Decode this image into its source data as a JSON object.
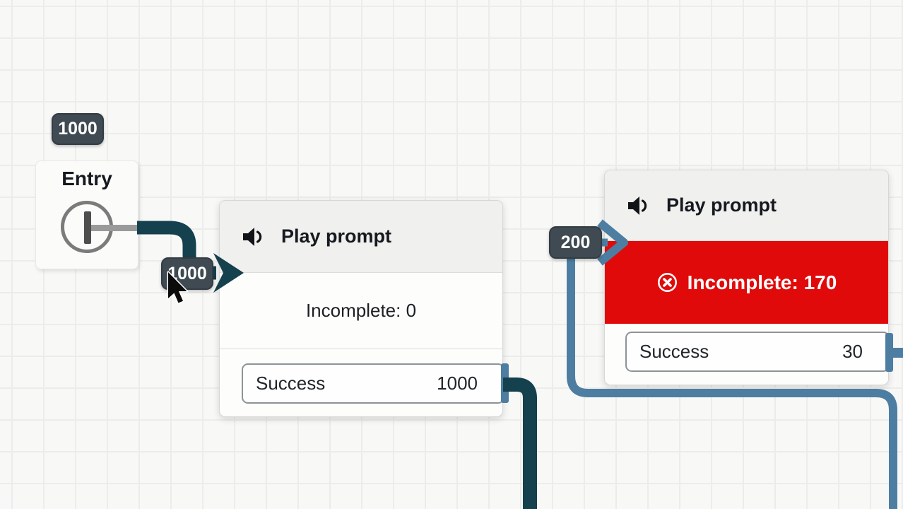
{
  "canvas": {
    "description": "contact flow metrics canvas"
  },
  "entry": {
    "count_badge": "1000",
    "title": "Entry"
  },
  "edges": {
    "entry_to_prompt1": {
      "label": "1000"
    },
    "to_prompt2": {
      "label": "200"
    }
  },
  "nodes": {
    "prompt1": {
      "title": "Play prompt",
      "status_text": "Incomplete: 0",
      "outcome_label": "Success",
      "outcome_value": "1000"
    },
    "prompt2": {
      "title": "Play prompt",
      "error_text": "Incomplete: 170",
      "outcome_label": "Success",
      "outcome_value": "30"
    }
  },
  "colors": {
    "edge_dark_teal": "#15404e",
    "edge_steel_blue": "#4d7ea1",
    "error_red": "#e10a0a",
    "badge_bg": "#3f4a52",
    "node_header_bg": "#f0f0ee",
    "canvas_bg": "#f8f8f7"
  }
}
